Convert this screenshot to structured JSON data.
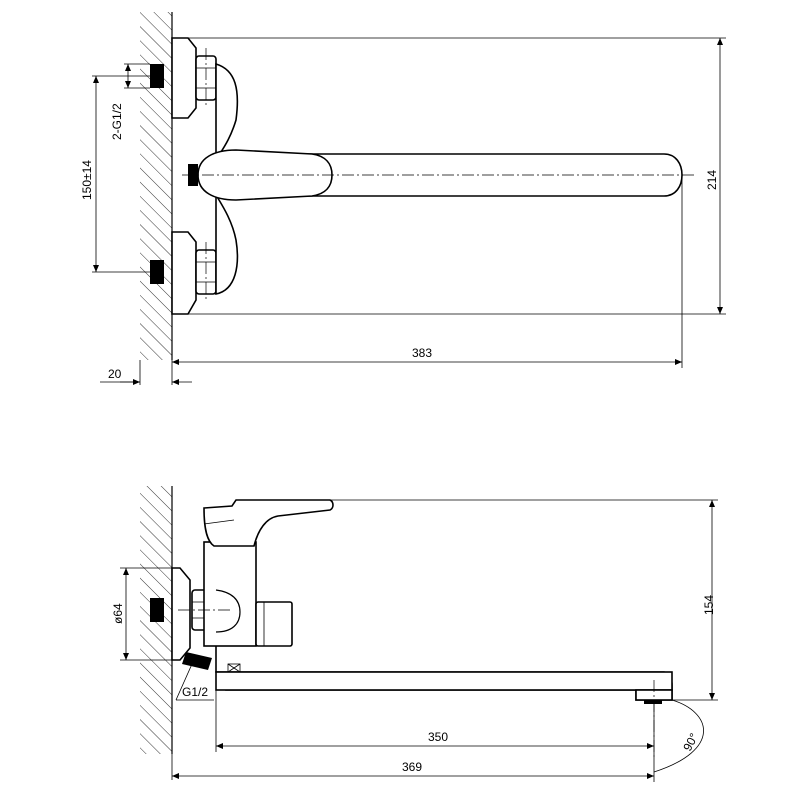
{
  "top_view": {
    "dim_thread": "2-G1/2",
    "dim_centers": "150±14",
    "dim_height": "214",
    "dim_length": "383",
    "dim_wall": "20"
  },
  "side_view": {
    "dim_diameter": "ø64",
    "dim_thread": "G1/2",
    "dim_height": "154",
    "dim_spout": "350",
    "dim_total": "369",
    "dim_angle": "90°"
  }
}
